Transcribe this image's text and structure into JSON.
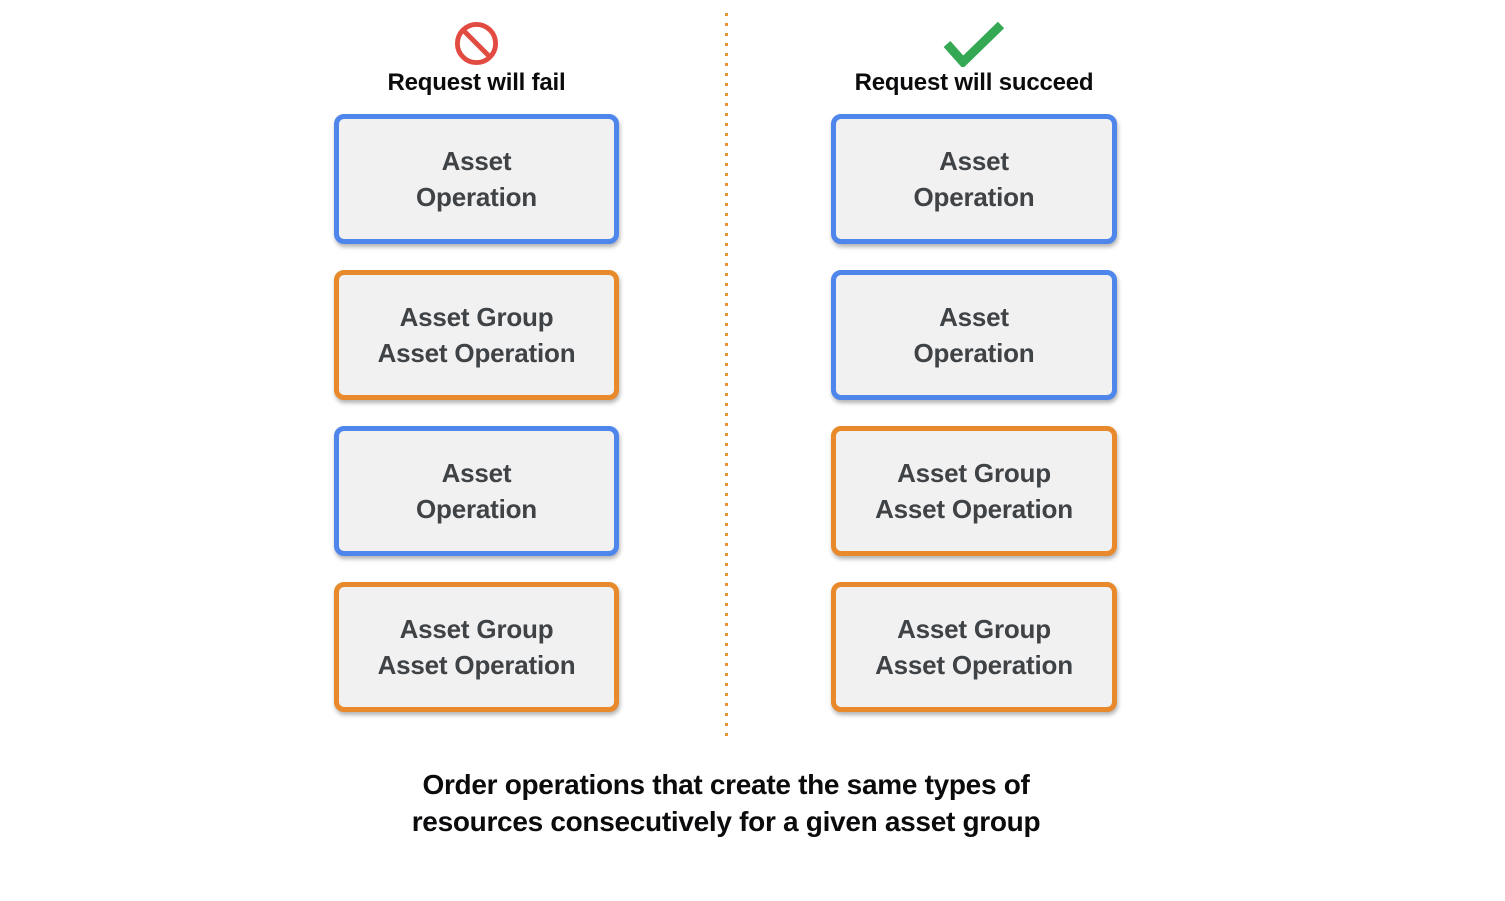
{
  "page": {
    "caption": "Order operations that create the same types of\nresources consecutively for a given asset group"
  },
  "colors": {
    "blue_box_border": "#4e86ec",
    "orange_box_border": "#e8892b",
    "box_background": "#f1f1f2",
    "box_text": "#3f4346",
    "fail_icon_red": "#e14b42",
    "success_icon_green": "#34a853",
    "divider_dotted_orange": "#e8952f",
    "heading_text": "#0b0b0d",
    "page_background": "#ffffff"
  },
  "columns": [
    {
      "id": "fail",
      "icon": "prohibition-icon",
      "title": "Request will fail",
      "boxes": [
        {
          "label": "Asset\nOperation",
          "variant": "asset-operation",
          "border": "blue"
        },
        {
          "label": "Asset Group\nAsset Operation",
          "variant": "asset-group-asset-operation",
          "border": "orange"
        },
        {
          "label": "Asset\nOperation",
          "variant": "asset-operation",
          "border": "blue"
        },
        {
          "label": "Asset Group\nAsset Operation",
          "variant": "asset-group-asset-operation",
          "border": "orange"
        }
      ]
    },
    {
      "id": "succeed",
      "icon": "checkmark-icon",
      "title": "Request will succeed",
      "boxes": [
        {
          "label": "Asset\nOperation",
          "variant": "asset-operation",
          "border": "blue"
        },
        {
          "label": "Asset\nOperation",
          "variant": "asset-operation",
          "border": "blue"
        },
        {
          "label": "Asset Group\nAsset Operation",
          "variant": "asset-group-asset-operation",
          "border": "orange"
        },
        {
          "label": "Asset Group\nAsset Operation",
          "variant": "asset-group-asset-operation",
          "border": "orange"
        }
      ]
    }
  ]
}
